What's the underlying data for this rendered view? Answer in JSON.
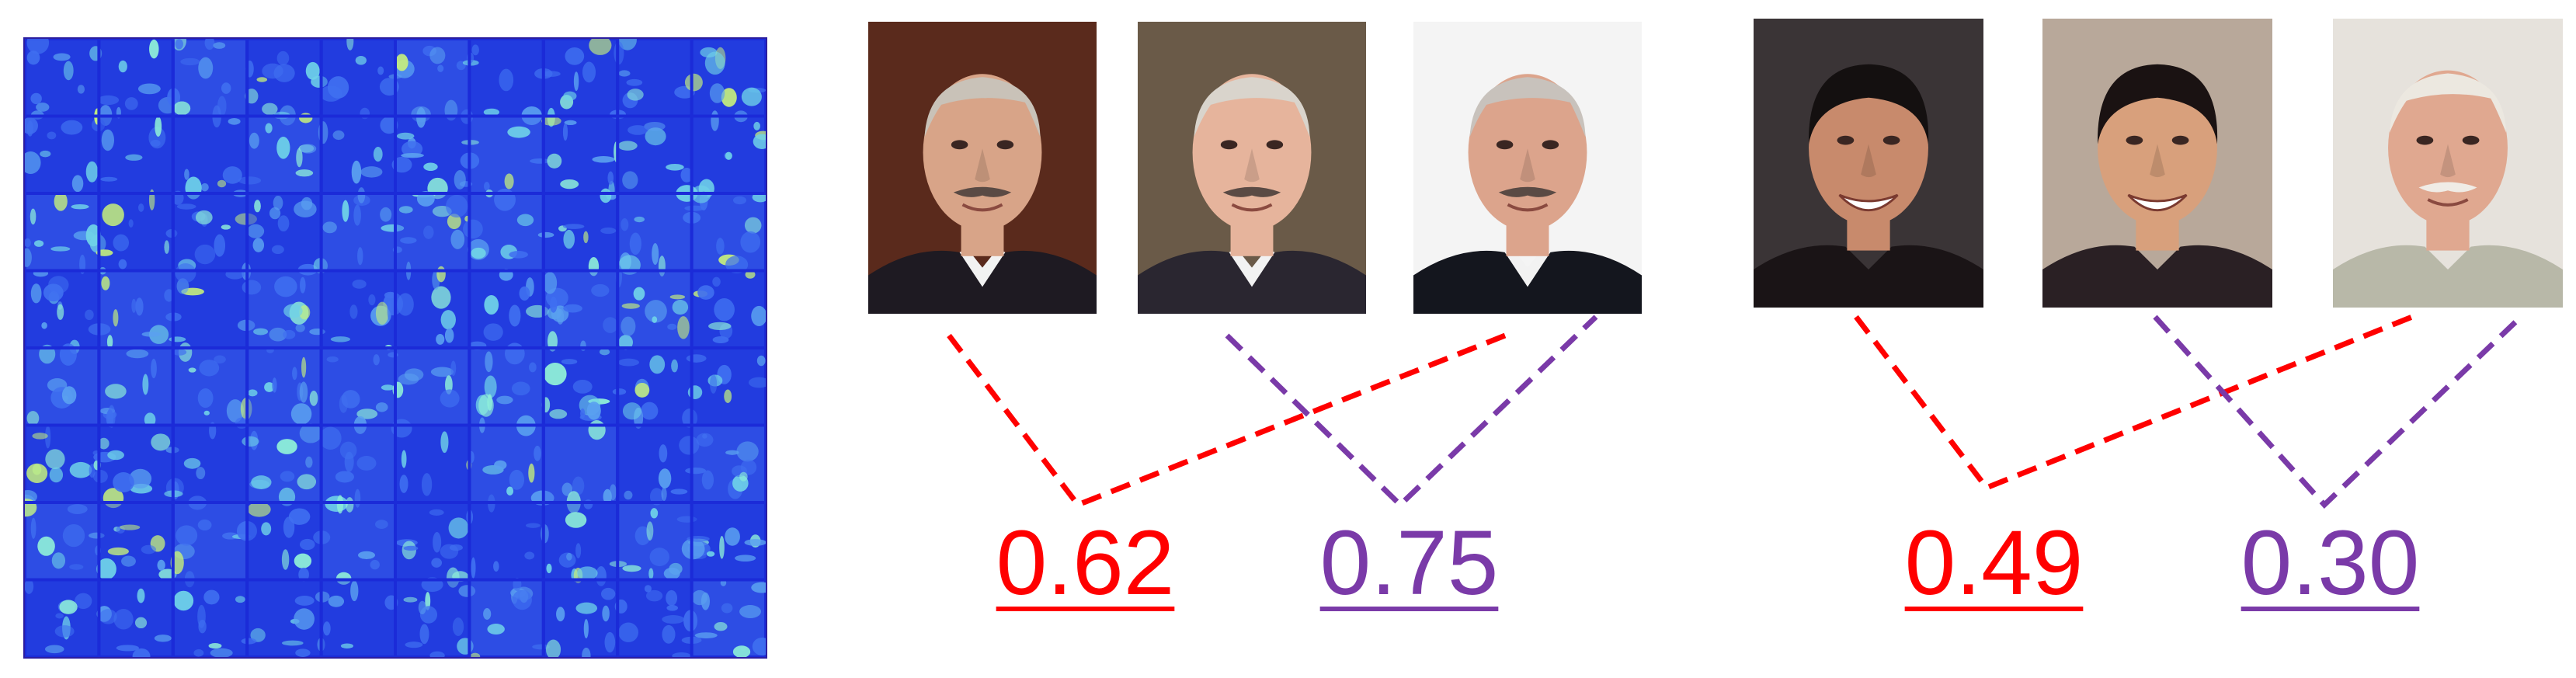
{
  "heatmap": {
    "icon": "feature-heatmap-image",
    "palette": [
      "#1b2bd8",
      "#2a4de6",
      "#3f6ff0",
      "#5aa0f0",
      "#6fd2e8",
      "#8ff0d8",
      "#c8f27a"
    ]
  },
  "pair_left": {
    "faces": [
      {
        "icon": "face-photo-older-man-1",
        "bg": "#5a2a1c",
        "skin": "#d8a488",
        "hair": "#c9c2b8",
        "shirt": "#1e1a22"
      },
      {
        "icon": "face-photo-older-man-2",
        "bg": "#6a5a48",
        "skin": "#e6b49c",
        "hair": "#d9d4cc",
        "shirt": "#2a2630"
      },
      {
        "icon": "face-photo-older-man-3",
        "bg": "#f4f4f4",
        "skin": "#dca48c",
        "hair": "#c8c2bc",
        "shirt": "#14161e"
      }
    ],
    "scores": [
      {
        "value": "0.62",
        "color": "#ff0000"
      },
      {
        "value": "0.75",
        "color": "#7a3aa8"
      }
    ]
  },
  "pair_right": {
    "faces": [
      {
        "icon": "face-photo-smiling-man-1",
        "bg": "#3a3436",
        "skin": "#c88a6c",
        "hair": "#141010",
        "shirt": "#1a1416"
      },
      {
        "icon": "face-photo-smiling-man-2",
        "bg": "#b8a89a",
        "skin": "#d8a07c",
        "hair": "#1a1212",
        "shirt": "#2a2024"
      },
      {
        "icon": "face-photo-mustache-man",
        "bg": "#e6e2dc",
        "skin": "#e0a890",
        "hair": "#ece8e0",
        "shirt": "#b8b8a8"
      }
    ],
    "scores": [
      {
        "value": "0.49",
        "color": "#ff0000"
      },
      {
        "value": "0.30",
        "color": "#7a3aa8"
      }
    ]
  },
  "line_colors": {
    "red": "#ff0000",
    "purple": "#7a3aa8"
  }
}
